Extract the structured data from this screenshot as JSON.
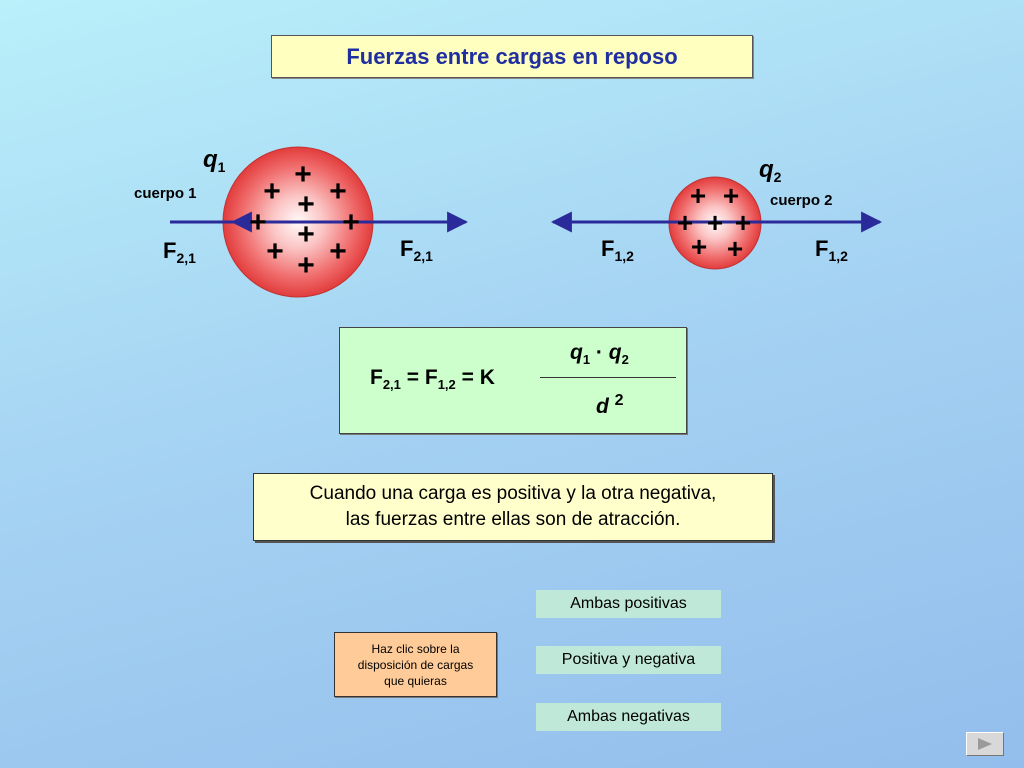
{
  "title": "Fuerzas entre cargas en reposo",
  "body1": {
    "charge_symbol": "q",
    "charge_index": "1",
    "label": "cuerpo 1",
    "force_symbol": "F",
    "force_index": "2,1",
    "sign": "+",
    "color": "#ee4444"
  },
  "body2": {
    "charge_symbol": "q",
    "charge_index": "2",
    "label": "cuerpo 2",
    "force_symbol": "F",
    "force_index": "1,2",
    "sign": "+",
    "color": "#ee4444"
  },
  "formula": {
    "f21": "F",
    "f21_index": "2,1",
    "eq": "=",
    "f12": "F",
    "f12_index": "1,2",
    "k_part": "= K",
    "numerator_q1": "q",
    "numerator_i1": "1",
    "dot": "·",
    "numerator_q2": "q",
    "numerator_i2": "2",
    "denominator_d": "d",
    "denominator_exp": "2"
  },
  "message": {
    "line1": "Cuando una carga es positiva y la otra negativa,",
    "line2": "las fuerzas entre ellas son de atracción."
  },
  "instruction": {
    "line1": "Haz clic sobre la",
    "line2": "disposición de cargas",
    "line3": "que quieras"
  },
  "options": {
    "both_positive": "Ambas positivas",
    "positive_negative": "Positiva y negativa",
    "both_negative": "Ambas negativas"
  },
  "colors": {
    "arrow": "#2a2a9a",
    "title_text": "#1f2fa0",
    "sphere": "#ee4444"
  },
  "icons": {
    "next": "triangle-right-icon"
  }
}
